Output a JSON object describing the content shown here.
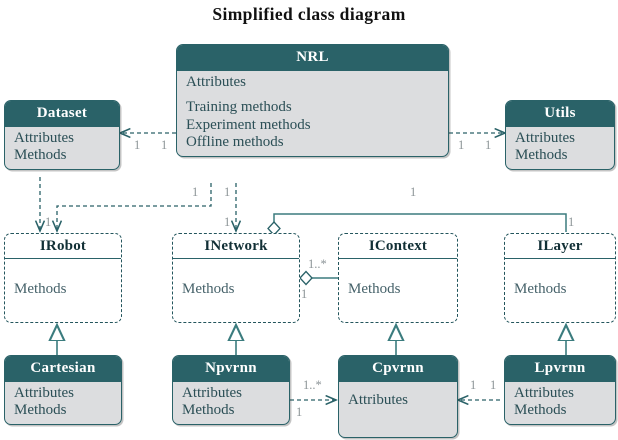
{
  "title": "Simplified class diagram",
  "colors": {
    "header_fill": "#2a6268",
    "body_fill": "#dcdddf",
    "line": "#2a6268",
    "body_text": "#2b4f56",
    "mult_text": "#8d9598",
    "page_bg": "#ffffff"
  },
  "nodes": {
    "nrl": {
      "title": "NRL",
      "kind": "class",
      "rows": [
        "Attributes",
        "",
        "Training methods",
        "Experiment methods",
        "Offline methods"
      ]
    },
    "dataset": {
      "title": "Dataset",
      "kind": "class",
      "rows": [
        "Attributes",
        "Methods"
      ]
    },
    "utils": {
      "title": "Utils",
      "kind": "class",
      "rows": [
        "Attributes",
        "Methods"
      ]
    },
    "irobot": {
      "title": "IRobot",
      "kind": "interface",
      "rows": [
        "Methods"
      ]
    },
    "inetwork": {
      "title": "INetwork",
      "kind": "interface",
      "rows": [
        "Methods"
      ]
    },
    "icontext": {
      "title": "IContext",
      "kind": "interface",
      "rows": [
        "Methods"
      ]
    },
    "ilayer": {
      "title": "ILayer",
      "kind": "interface",
      "rows": [
        "Methods"
      ]
    },
    "cartesian": {
      "title": "Cartesian",
      "kind": "class",
      "rows": [
        "Attributes",
        "Methods"
      ]
    },
    "npvrnn": {
      "title": "Npvrnn",
      "kind": "class",
      "rows": [
        "Attributes",
        "Methods"
      ]
    },
    "cpvrnn": {
      "title": "Cpvrnn",
      "kind": "class",
      "rows": [
        "Attributes"
      ]
    },
    "lpvrnn": {
      "title": "Lpvrnn",
      "kind": "class",
      "rows": [
        "Attributes",
        "Methods"
      ]
    }
  },
  "multiplicities": [
    {
      "id": "m-nrl-dataset-target",
      "label": "1"
    },
    {
      "id": "m-nrl-dataset-source",
      "label": "1"
    },
    {
      "id": "m-nrl-utils-source",
      "label": "1"
    },
    {
      "id": "m-nrl-utils-target",
      "label": "1"
    },
    {
      "id": "m-nrl-irobot-mid",
      "label": "1"
    },
    {
      "id": "m-nrl-irobot-end",
      "label": "1"
    },
    {
      "id": "m-nrl-inetwork-mid",
      "label": "1"
    },
    {
      "id": "m-nrl-inetwork-end",
      "label": "1"
    },
    {
      "id": "m-nrl-ilayer-src",
      "label": "1"
    },
    {
      "id": "m-nrl-ilayer-end",
      "label": "1"
    },
    {
      "id": "m-inet-icontext-up",
      "label": "1..*"
    },
    {
      "id": "m-inet-icontext-down",
      "label": "1"
    },
    {
      "id": "m-npvrnn-cpvrnn-up",
      "label": "1..*"
    },
    {
      "id": "m-npvrnn-cpvrnn-down",
      "label": "1"
    },
    {
      "id": "m-lpvrnn-cpvrnn-a",
      "label": "1"
    },
    {
      "id": "m-lpvrnn-cpvrnn-b",
      "label": "1"
    }
  ],
  "relations": [
    {
      "id": "rel-nrl-dataset",
      "type": "dependency",
      "from": "NRL",
      "to": "Dataset"
    },
    {
      "id": "rel-nrl-utils",
      "type": "dependency",
      "from": "NRL",
      "to": "Utils"
    },
    {
      "id": "rel-dataset-irobot",
      "type": "dependency",
      "from": "Dataset",
      "to": "IRobot"
    },
    {
      "id": "rel-nrl-irobot",
      "type": "dependency",
      "from": "NRL",
      "to": "IRobot"
    },
    {
      "id": "rel-nrl-inetwork",
      "type": "dependency",
      "from": "NRL",
      "to": "INetwork"
    },
    {
      "id": "rel-inetwork-ilayer",
      "type": "aggregation",
      "from": "INetwork",
      "to": "ILayer"
    },
    {
      "id": "rel-inetwork-icontext",
      "type": "aggregation",
      "from": "INetwork",
      "to": "IContext"
    },
    {
      "id": "rel-cartesian-irobot",
      "type": "realization",
      "from": "Cartesian",
      "to": "IRobot"
    },
    {
      "id": "rel-npvrnn-inetwork",
      "type": "realization",
      "from": "Npvrnn",
      "to": "INetwork"
    },
    {
      "id": "rel-cpvrnn-icontext",
      "type": "realization",
      "from": "Cpvrnn",
      "to": "IContext"
    },
    {
      "id": "rel-lpvrnn-ilayer",
      "type": "realization",
      "from": "Lpvrnn",
      "to": "ILayer"
    },
    {
      "id": "rel-npvrnn-cpvrnn",
      "type": "dependency",
      "from": "Npvrnn",
      "to": "Cpvrnn"
    },
    {
      "id": "rel-lpvrnn-cpvrnn",
      "type": "dependency",
      "from": "Lpvrnn",
      "to": "Cpvrnn"
    }
  ]
}
